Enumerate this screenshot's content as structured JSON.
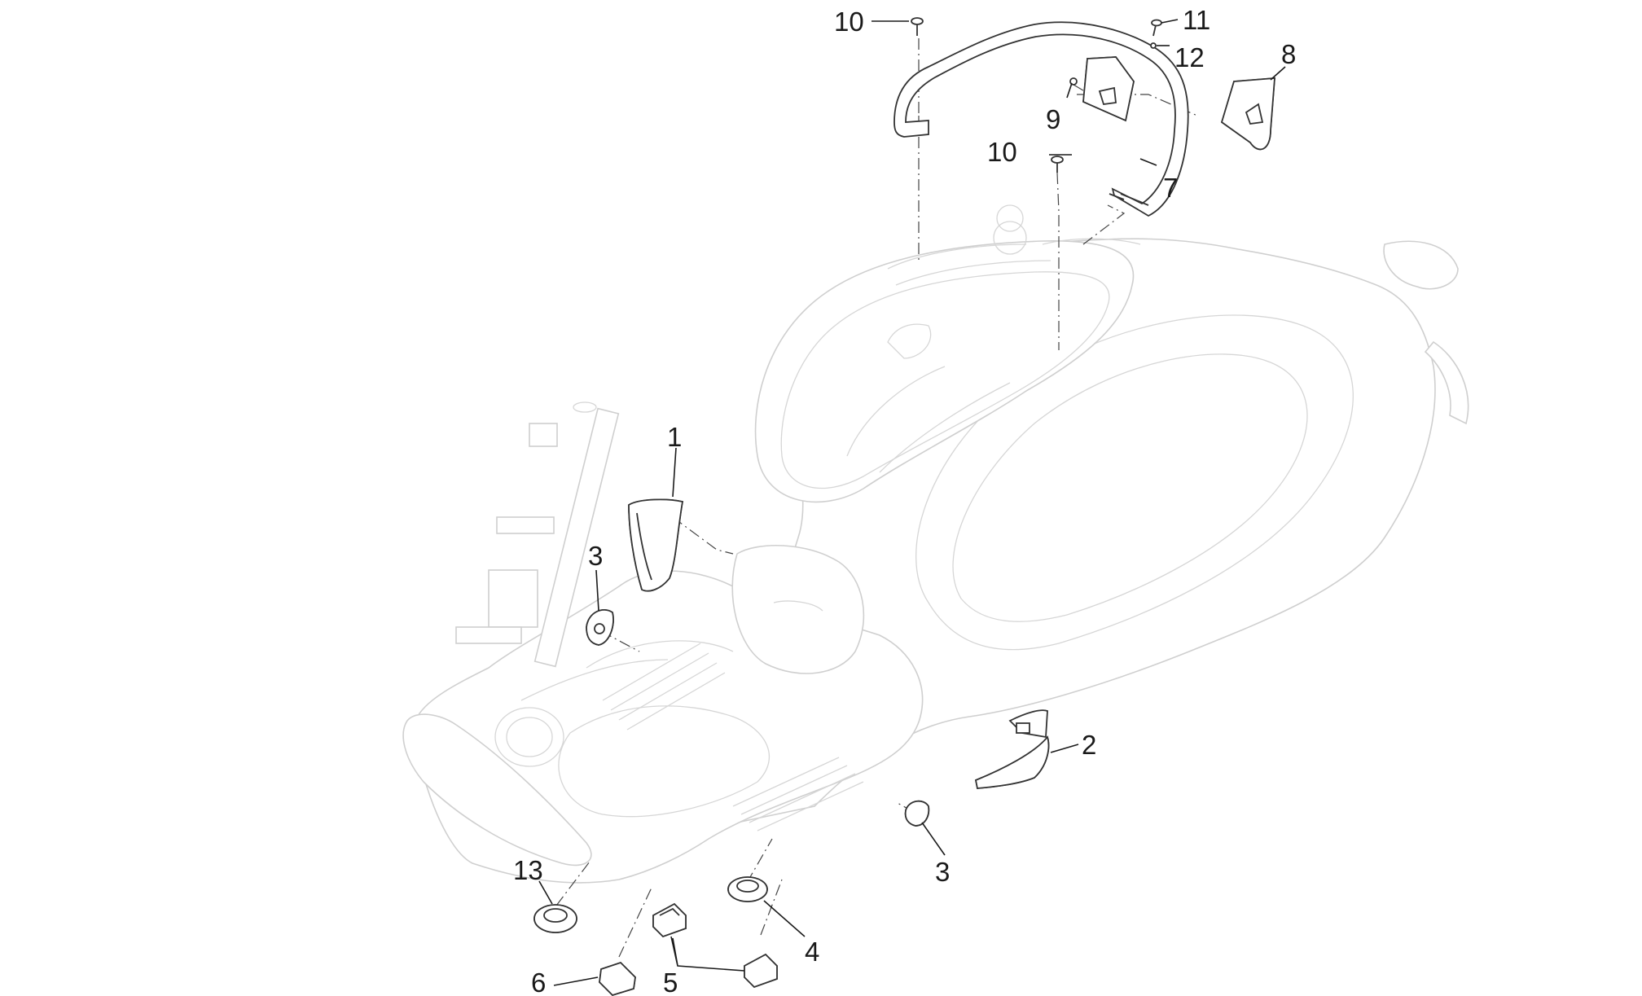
{
  "diagram": {
    "callouts": [
      {
        "id": "1",
        "text": "1"
      },
      {
        "id": "2",
        "text": "2"
      },
      {
        "id": "3a",
        "text": "3"
      },
      {
        "id": "3b",
        "text": "3"
      },
      {
        "id": "4",
        "text": "4"
      },
      {
        "id": "5",
        "text": "5"
      },
      {
        "id": "6",
        "text": "6"
      },
      {
        "id": "7",
        "text": "7"
      },
      {
        "id": "8",
        "text": "8"
      },
      {
        "id": "9",
        "text": "9"
      },
      {
        "id": "10a",
        "text": "10"
      },
      {
        "id": "10b",
        "text": "10"
      },
      {
        "id": "11",
        "text": "11"
      },
      {
        "id": "12",
        "text": "12"
      },
      {
        "id": "13",
        "text": "13"
      }
    ],
    "colors": {
      "line": "#1a1a1a",
      "body_outline": "#cfcfcf",
      "part_outline": "#333333",
      "part_fill": "#d7d7d7",
      "background": "#ffffff"
    }
  }
}
